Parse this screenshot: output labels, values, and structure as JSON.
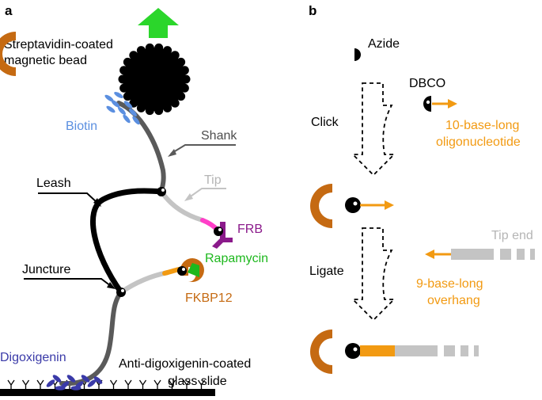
{
  "panel_a": {
    "letter": "a",
    "bead_label_line1": "Streptavidin-coated",
    "bead_label_line2": "magnetic bead",
    "biotin": "Biotin",
    "shank": "Shank",
    "tip": "Tip",
    "leash": "Leash",
    "frb": "FRB",
    "rapamycin": "Rapamycin",
    "juncture": "Juncture",
    "fkbp12": "FKBP12",
    "digoxigenin": "Digoxigenin",
    "slide_label_line1": "Anti-digoxigenin-coated",
    "slide_label_line2": "glass slide"
  },
  "panel_b": {
    "letter": "b",
    "azide": "Azide",
    "dbco": "DBCO",
    "click": "Click",
    "oligo_line1": "10-base-long",
    "oligo_line2": "oligonucleotide",
    "tip_end": "Tip end",
    "ligate": "Ligate",
    "overhang_line1": "9-base-long",
    "overhang_line2": "overhang"
  },
  "colors": {
    "arrow_green": "#2bd62b",
    "biotin_blue": "#5b8fe0",
    "digoxigenin_blue": "#3a3aa8",
    "shank_gray": "#5a5a5a",
    "tip_gray": "#c4c4c4",
    "frb_magenta": "#ff3fc8",
    "frb_purple": "#8b1a8b",
    "rapamycin_green": "#1db81d",
    "fkbp_brown": "#c56a12",
    "oligo_orange": "#f29a12"
  }
}
